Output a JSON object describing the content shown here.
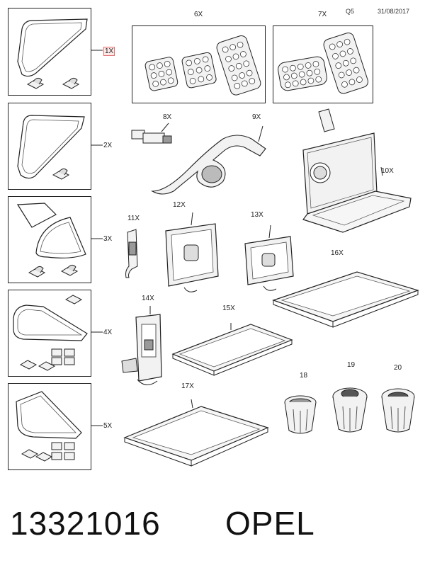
{
  "header": {
    "code": "Q5",
    "date": "31/08/2017"
  },
  "parts": {
    "p1": "1X",
    "p2": "2X",
    "p3": "3X",
    "p4": "4X",
    "p5": "5X",
    "p6": "6X",
    "p7": "7X",
    "p8": "8X",
    "p9": "9X",
    "p10": "10X",
    "p11": "11X",
    "p12": "12X",
    "p13": "13X",
    "p14": "14X",
    "p15": "15X",
    "p16": "16X",
    "p17": "17X",
    "p18": "18",
    "p19": "19",
    "p20": "20"
  },
  "footer": {
    "part_number": "13321016",
    "brand": "OPEL"
  },
  "colors": {
    "line": "#222222",
    "fill": "#f2f2f2",
    "shade": "#9a9a9a",
    "highlight": "#e07070"
  }
}
